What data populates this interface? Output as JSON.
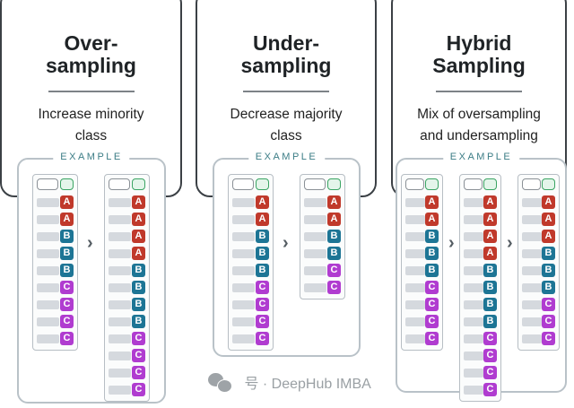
{
  "panels": [
    {
      "title_lines": [
        "Over-",
        "sampling"
      ],
      "desc_lines": [
        "Increase minority",
        "class"
      ],
      "example_label": "EXAMPLE",
      "lists": [
        [
          "A",
          "A",
          "B",
          "B",
          "B",
          "C",
          "C",
          "C",
          "C"
        ],
        [
          "A",
          "A",
          "A",
          "A",
          "B",
          "B",
          "B",
          "B",
          "C",
          "C",
          "C",
          "C"
        ]
      ]
    },
    {
      "title_lines": [
        "Under-",
        "sampling"
      ],
      "desc_lines": [
        "Decrease majority",
        "class"
      ],
      "example_label": "EXAMPLE",
      "lists": [
        [
          "A",
          "A",
          "B",
          "B",
          "B",
          "C",
          "C",
          "C",
          "C"
        ],
        [
          "A",
          "A",
          "B",
          "B",
          "C",
          "C"
        ]
      ]
    },
    {
      "title_lines": [
        "Hybrid",
        "Sampling"
      ],
      "desc_lines": [
        "Mix of oversampling",
        "and undersampling"
      ],
      "example_label": "EXAMPLE",
      "lists": [
        [
          "A",
          "A",
          "B",
          "B",
          "B",
          "C",
          "C",
          "C",
          "C"
        ],
        [
          "A",
          "A",
          "A",
          "A",
          "B",
          "B",
          "B",
          "B",
          "C",
          "C",
          "C",
          "C"
        ],
        [
          "A",
          "A",
          "A",
          "B",
          "B",
          "B",
          "C",
          "C",
          "C"
        ]
      ]
    }
  ],
  "arrow_glyph": "›",
  "class_colors": {
    "A": "#c0392b",
    "B": "#1d7595",
    "C": "#b03cd0"
  },
  "watermark": {
    "text": "号 · DeepHub IMBA",
    "icon": "wechat-icon"
  }
}
